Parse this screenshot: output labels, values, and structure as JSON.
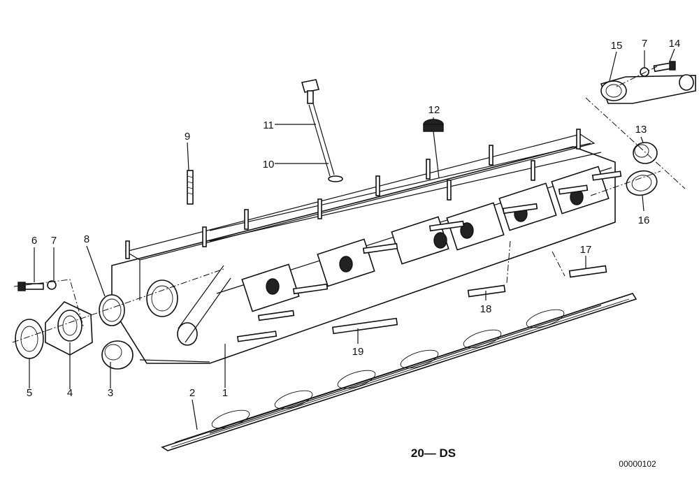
{
  "callouts": {
    "c1": "1",
    "c2": "2",
    "c3": "3",
    "c4": "4",
    "c5": "5",
    "c6": "6",
    "c7a": "7",
    "c7b": "7",
    "c8": "8",
    "c9": "9",
    "c10": "10",
    "c11": "11",
    "c12": "12",
    "c13": "13",
    "c14": "14",
    "c15": "15",
    "c16": "16",
    "c17": "17",
    "c18": "18",
    "c19": "19"
  },
  "footer": {
    "code": "20— DS",
    "reference": "00000102"
  }
}
